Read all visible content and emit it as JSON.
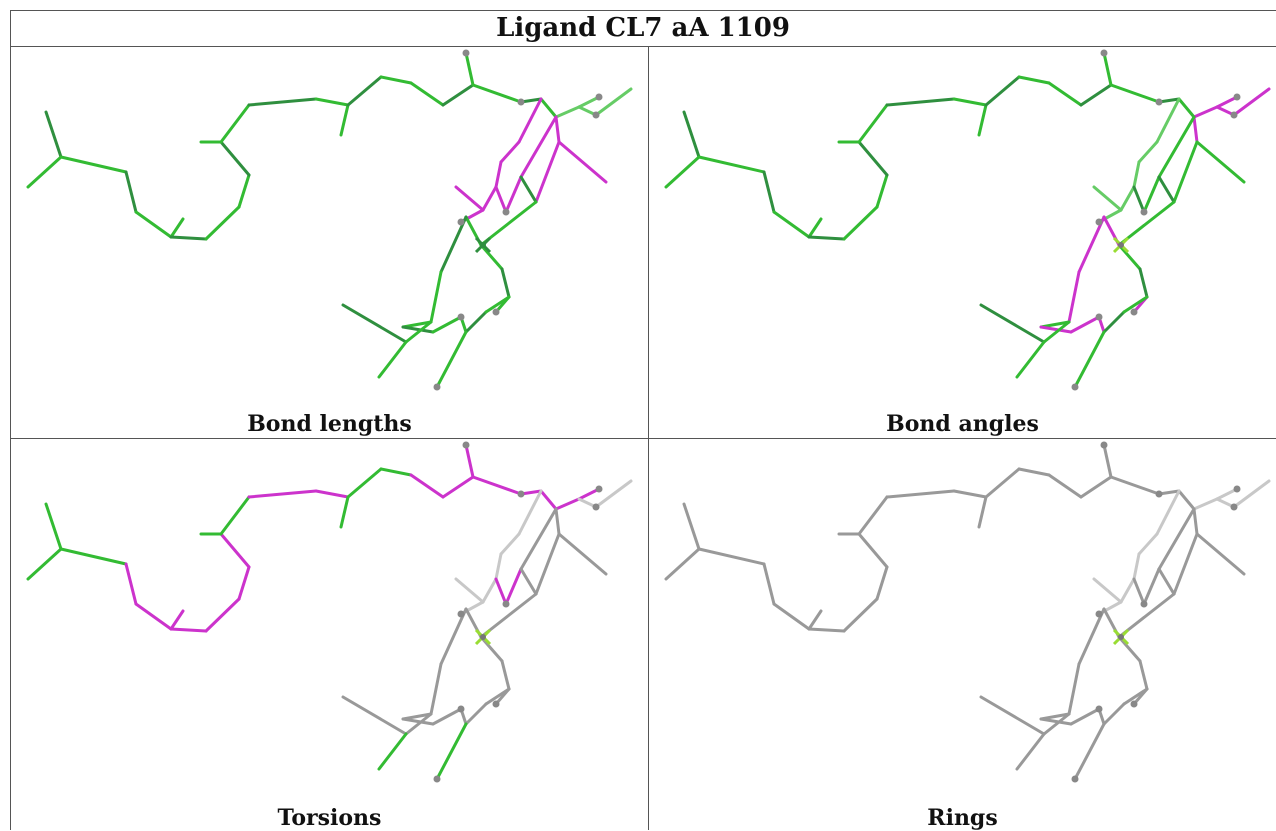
{
  "title": "Ligand CL7 aA 1109",
  "panels": [
    {
      "key": "bond_lengths",
      "caption": "Bond lengths",
      "scheme": "lengths"
    },
    {
      "key": "bond_angles",
      "caption": "Bond angles",
      "scheme": "angles"
    },
    {
      "key": "torsions",
      "caption": "Torsions",
      "scheme": "torsions"
    },
    {
      "key": "rings",
      "caption": "Rings",
      "scheme": "rings"
    }
  ],
  "colors": {
    "green": "#33bb33",
    "dark_green": "#2f8f3f",
    "light_green": "#66cc66",
    "magenta": "#cc33cc",
    "grey": "#999999",
    "light_grey": "#c8c8c8",
    "dark_grey": "#777777",
    "metal": "#99dd33",
    "atom": "#888888",
    "border": "#555555"
  }
}
